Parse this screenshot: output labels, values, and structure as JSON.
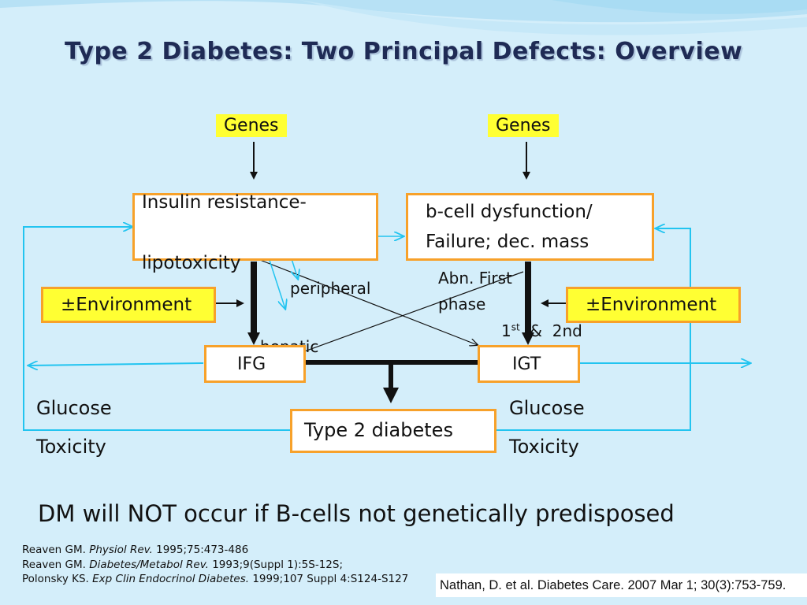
{
  "title": "Type 2 Diabetes: Two Principal Defects: Overview",
  "genes_left": "Genes",
  "genes_right": "Genes",
  "insulin_box": {
    "line1": "Insulin resistance-",
    "line2": "lipotoxicity"
  },
  "bcell_box": {
    "line1": "b-cell dysfunction/",
    "line2": "Failure; dec. mass"
  },
  "env_left": "±Environment",
  "env_right": "±Environment",
  "peripheral": "peripheral",
  "hepatic": "hepatic",
  "abn_first": {
    "line1": "Abn. First",
    "line2": "phase"
  },
  "phase_label": {
    "first": "1",
    "sup": "st",
    "rest": "  &  2nd"
  },
  "ifg": "IFG",
  "igt": "IGT",
  "type2": "Type 2 diabetes",
  "glucose_left": {
    "line1": "Glucose",
    "line2": "Toxicity"
  },
  "glucose_right": {
    "line1": "Glucose",
    "line2": "Toxicity"
  },
  "statement": "DM will NOT occur if B-cells not genetically predisposed",
  "references": [
    {
      "prefix": "Reaven GM. ",
      "journal": "Physiol Rev.",
      "suffix": " 1995;75:473-486"
    },
    {
      "prefix": "Reaven GM. ",
      "journal": "Diabetes/Metabol Rev.",
      "suffix": " 1993;9(Suppl 1):5S-12S;"
    },
    {
      "prefix": "Polonsky KS. ",
      "journal": "Exp Clin Endocrinol Diabetes.",
      "suffix": " 1999;107 Suppl 4:S124-S127"
    }
  ],
  "nathan_ref": "Nathan, D. et al. Diabetes Care. 2007 Mar 1; 30(3):753-759.",
  "colors": {
    "background": "#d4eefa",
    "title": "#1f2b55",
    "box_border": "#f7a12a",
    "yellow": "#ffff33",
    "cyan_line": "#22c4f0",
    "black_line": "#111111"
  }
}
